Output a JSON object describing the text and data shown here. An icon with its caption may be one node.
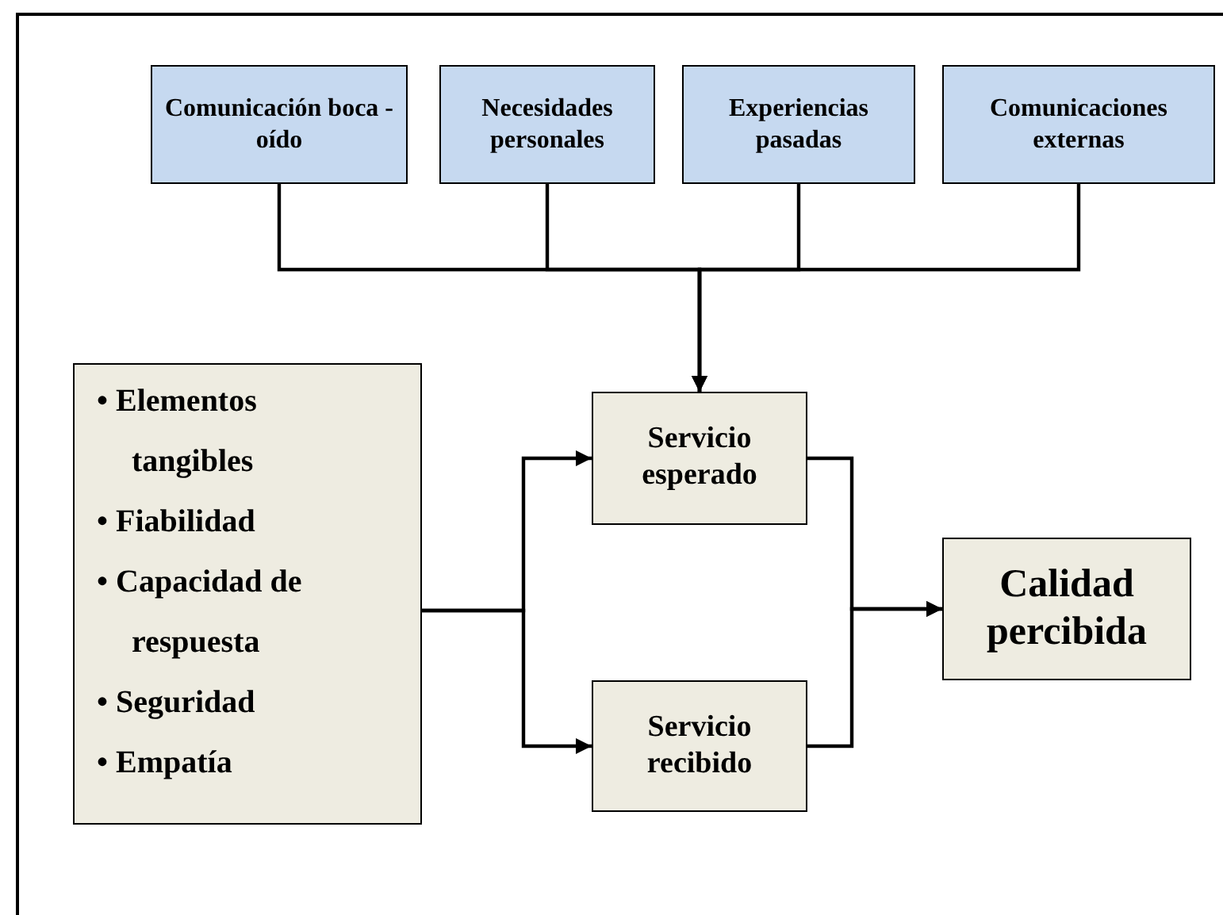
{
  "diagram": {
    "nodes": [
      {
        "text": [
          "Comunicación boca - oído"
        ]
      },
      {
        "text": [
          "Necesidades personales"
        ]
      },
      {
        "text": [
          "Experiencias pasadas"
        ]
      },
      {
        "text": [
          "Comunicaciones externas"
        ]
      },
      {
        "text": [
          "• Elementos tangibles",
          "• Fiabilidad",
          "• Capacidad de respuesta",
          "• Seguridad",
          "• Empatía"
        ]
      },
      {
        "text": [
          "Servicio esperado"
        ]
      },
      {
        "text": [
          "Servicio recibido"
        ]
      },
      {
        "text": [
          "Calidad percibida"
        ]
      }
    ],
    "edges": [
      {
        "from": 0,
        "to": 5,
        "arrow": "to"
      },
      {
        "from": 1,
        "to": 5,
        "arrow": "to"
      },
      {
        "from": 2,
        "to": 5,
        "arrow": "to"
      },
      {
        "from": 3,
        "to": 5,
        "arrow": "to"
      },
      {
        "from": 4,
        "to": 5,
        "arrow": "to"
      },
      {
        "from": 4,
        "to": 6,
        "arrow": "to"
      },
      {
        "from": 5,
        "to": 7,
        "arrow": "to"
      },
      {
        "from": 6,
        "to": 7,
        "arrow": "to"
      }
    ]
  }
}
